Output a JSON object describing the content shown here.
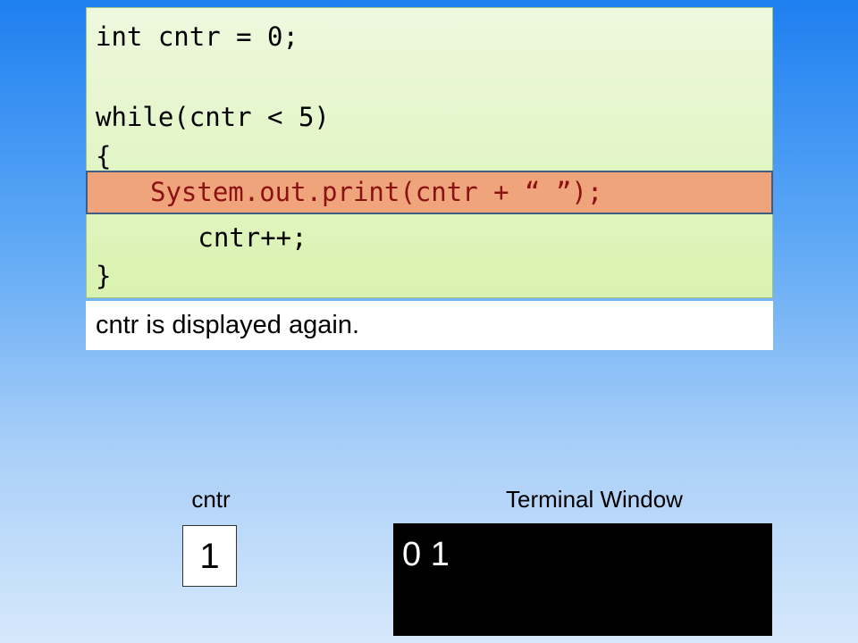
{
  "code": {
    "lines": [
      "int cntr = 0;",
      "",
      "while(cntr < 5)",
      "{",
      "   System.out.print(cntr + “ ”);",
      "   cntr++;",
      "}"
    ],
    "highlighted_line": "System.out.print(cntr + “ ”);"
  },
  "caption": "cntr is displayed again.",
  "variable": {
    "label": "cntr",
    "value": "1"
  },
  "terminal": {
    "label": "Terminal Window",
    "output": "0 1"
  },
  "colors": {
    "code_background": "#e2f5c5",
    "highlight_background": "#f0a47c",
    "highlight_text": "#8a1212",
    "terminal_background": "#000000",
    "terminal_text": "#ffffff"
  }
}
